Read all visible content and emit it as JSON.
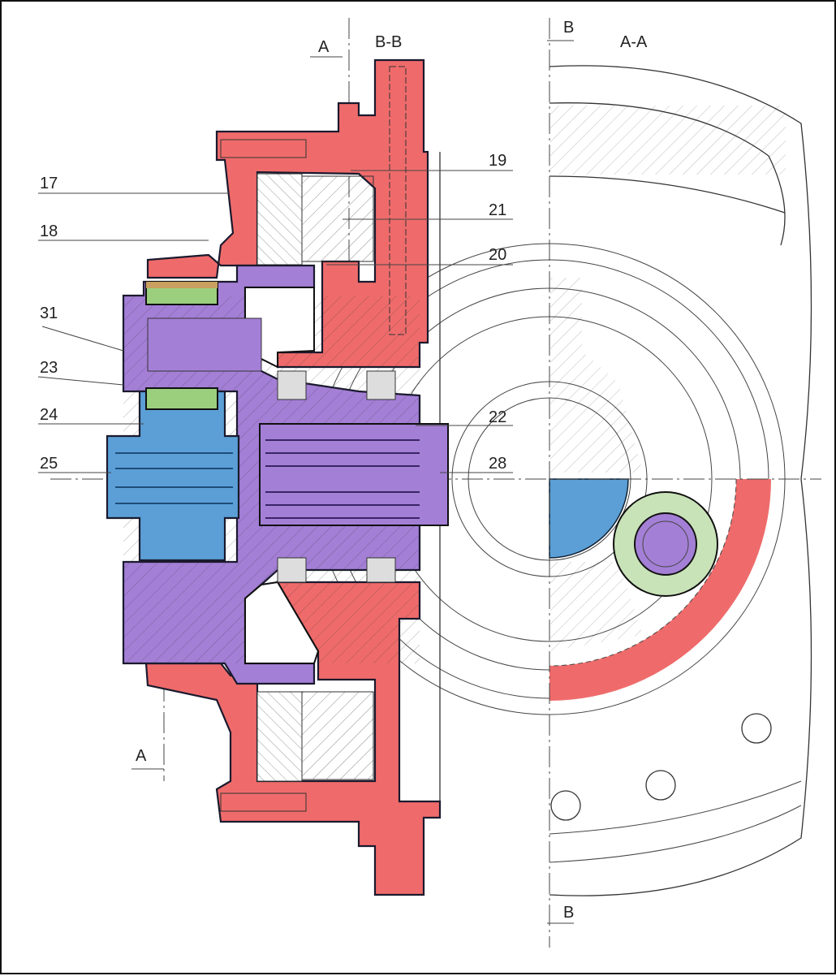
{
  "section_labels": {
    "cut_a_top": "A",
    "cut_a_bottom": "A",
    "view_bb": "B-B",
    "view_aa": "A-A",
    "cut_b_top": "B",
    "cut_b_bottom": "B"
  },
  "callouts_left": [
    "17",
    "18",
    "31",
    "23",
    "24",
    "25"
  ],
  "callouts_right": [
    "19",
    "21",
    "20",
    "22",
    "28"
  ],
  "colors": {
    "housing": "#ef6b6b",
    "carrier": "#a47fd6",
    "sun_gear": "#5b9fd6",
    "planet": "#9bcf7e",
    "bushing": "#c9a060"
  }
}
